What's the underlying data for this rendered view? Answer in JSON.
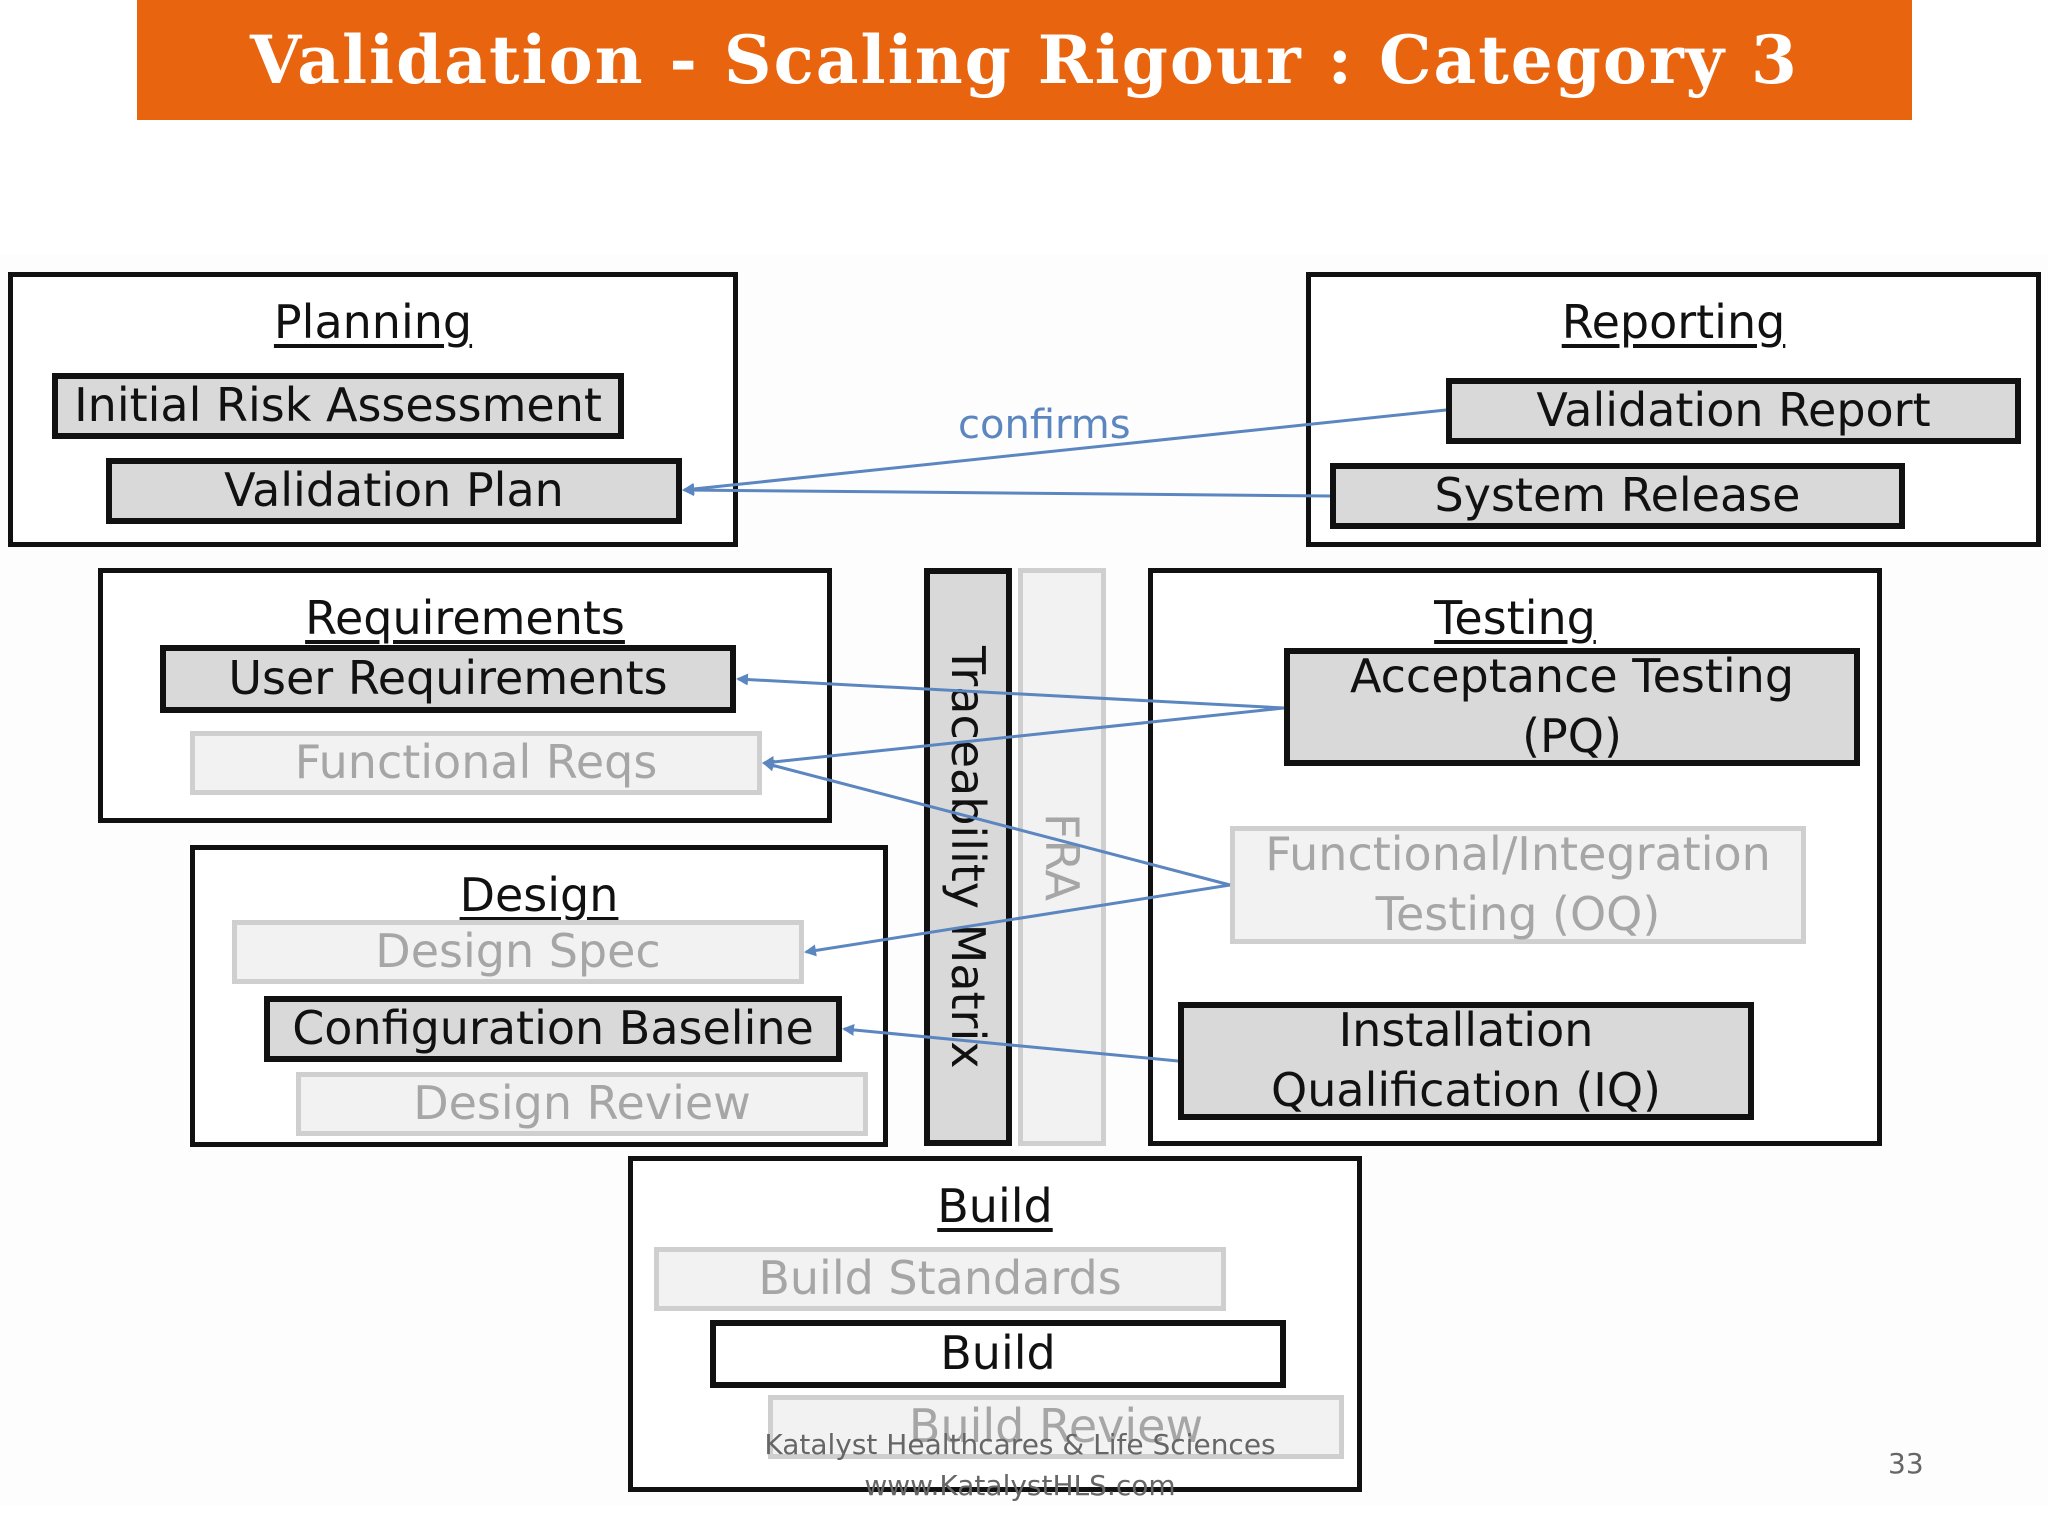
{
  "title": "Validation - Scaling Rigour : Category 3",
  "diagram": {
    "planning": {
      "title": "Planning",
      "items": [
        "Initial Risk Assessment",
        "Validation Plan"
      ]
    },
    "reporting": {
      "title": "Reporting",
      "items": [
        "Validation Report",
        "System Release"
      ]
    },
    "requirements": {
      "title": "Requirements",
      "items": [
        "User Requirements",
        "Functional Reqs"
      ]
    },
    "design": {
      "title": "Design",
      "items": [
        "Design Spec",
        "Configuration Baseline",
        "Design Review"
      ]
    },
    "testing": {
      "title": "Testing",
      "items": [
        "Acceptance Testing (PQ)",
        "Functional/Integration Testing (OQ)",
        "Installation Qualification (IQ)"
      ]
    },
    "build": {
      "title": "Build",
      "items": [
        "Build Standards",
        "Build",
        "Build Review"
      ]
    },
    "traceability_label": "Traceability Matrix",
    "fra_label": "FRA",
    "arrow_label": "confirms",
    "colors": {
      "arrow": "#5b86c0",
      "active": "#d9d9d9",
      "inactive": "#f2f2f2",
      "inactive_text": "#a6a6a6",
      "title_bar": "#e8640e"
    }
  },
  "footer": {
    "company": "Katalyst Healthcares & Life Sciences",
    "website": "www.KatalystHLS.com"
  },
  "page_number": "33"
}
